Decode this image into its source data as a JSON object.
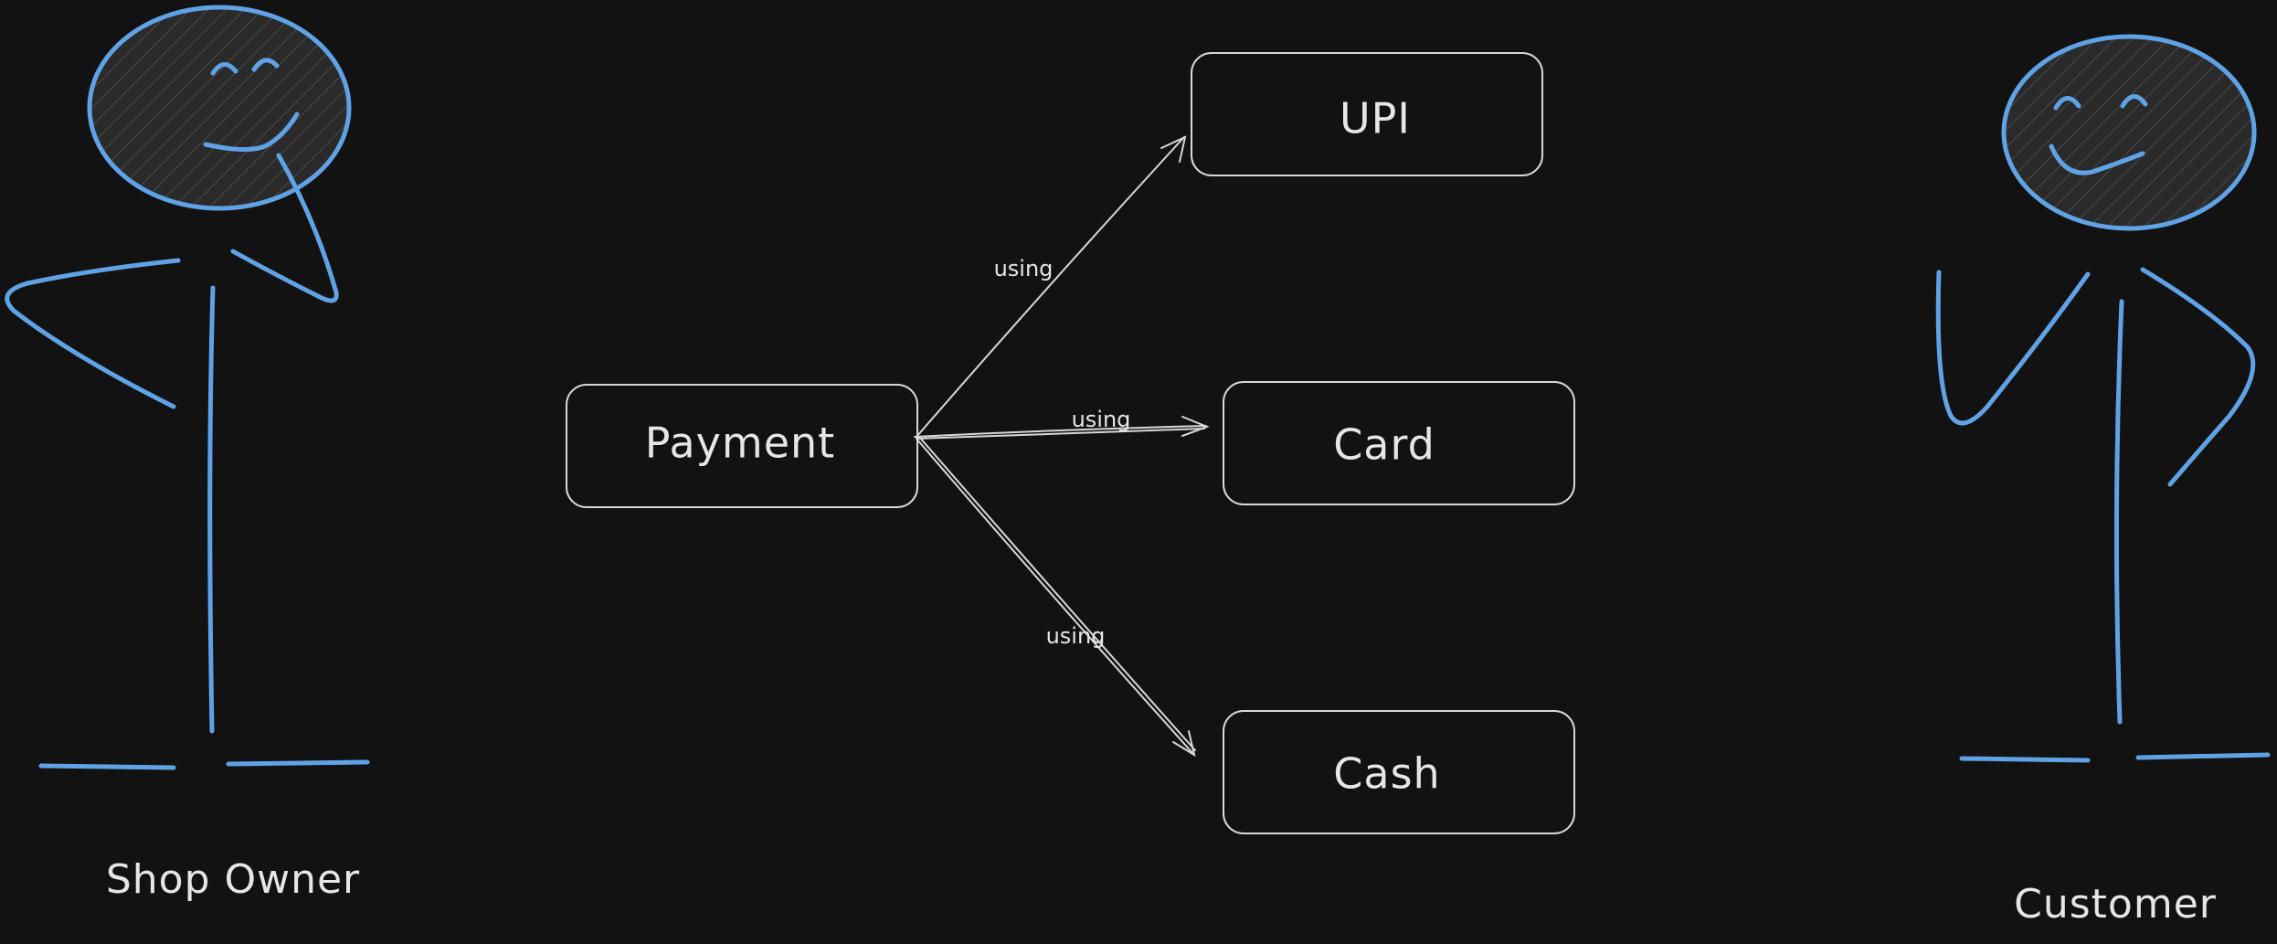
{
  "diagram": {
    "nodes": [
      {
        "id": "payment",
        "label": "Payment"
      },
      {
        "id": "upi",
        "label": "UPI"
      },
      {
        "id": "card",
        "label": "Card"
      },
      {
        "id": "cash",
        "label": "Cash"
      }
    ],
    "edges": [
      {
        "from": "payment",
        "to": "upi",
        "label": "using"
      },
      {
        "from": "payment",
        "to": "card",
        "label": "using"
      },
      {
        "from": "payment",
        "to": "cash",
        "label": "using"
      }
    ],
    "actors": [
      {
        "id": "shop-owner",
        "label": "Shop Owner"
      },
      {
        "id": "customer",
        "label": "Customer"
      }
    ]
  },
  "colors": {
    "background": "#121212",
    "stroke": "#d8d8d8",
    "figure": "#5fa3e6",
    "text": "#e6e6e6"
  }
}
